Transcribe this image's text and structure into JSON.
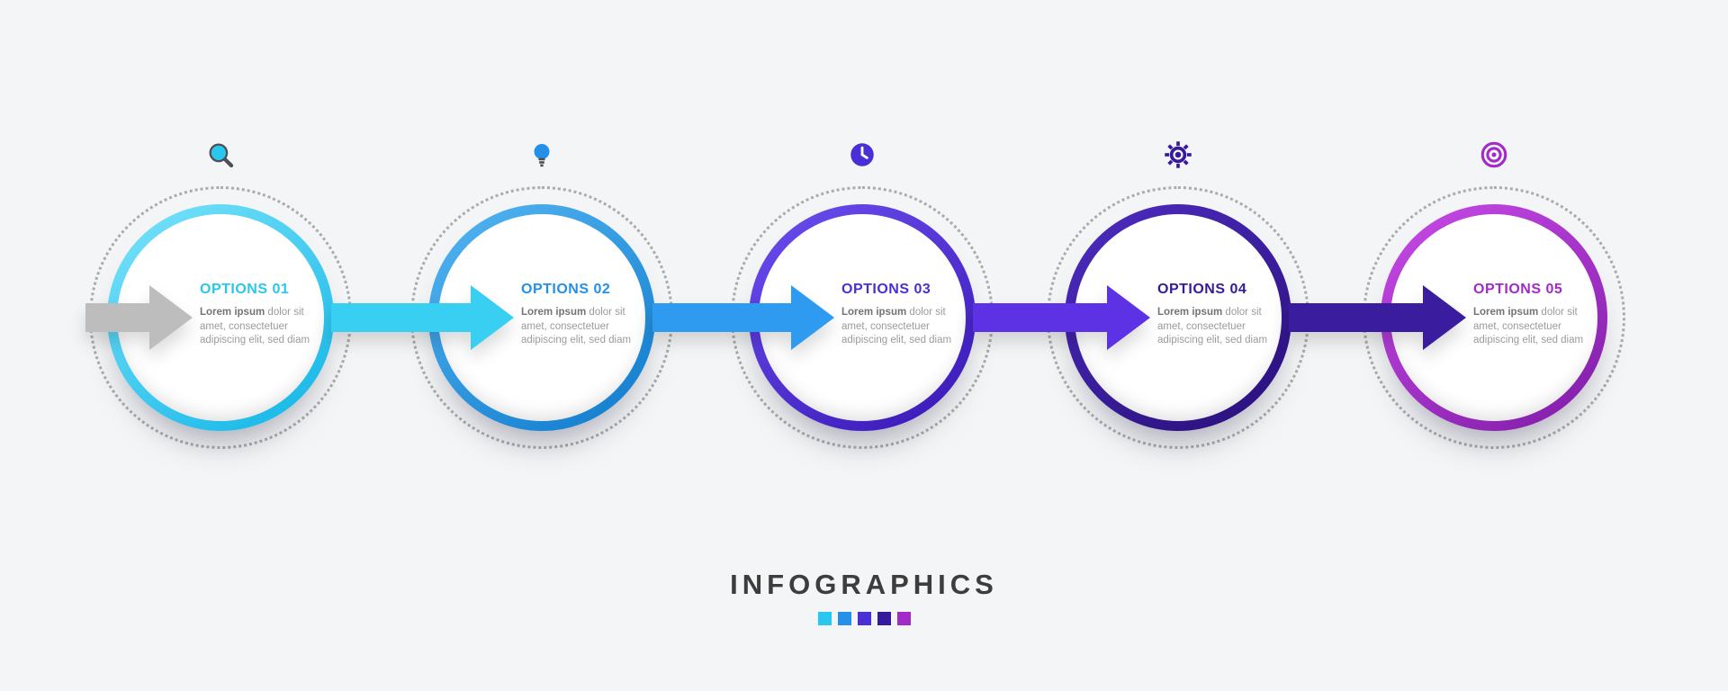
{
  "theme": {
    "background": "#f4f5f6",
    "title_color": "#3d3d3d",
    "dotted_ring_color": "#ababab",
    "body_text_color": "#9b9b9b",
    "body_lead_color": "#747474",
    "icon_accent": "#4e4e55"
  },
  "steps": [
    {
      "label": "OPTIONS 01",
      "body_lead": "Lorem ipsum",
      "body_rest": "dolor sit amet, consectetuer adipiscing elit, sed diam",
      "icon": "search-icon",
      "color": "#29c6f0",
      "ring_from": "#7ce4fb",
      "ring_to": "#0fb4e6",
      "arrow_color": "#bdbdbd"
    },
    {
      "label": "OPTIONS 02",
      "body_lead": "Lorem ipsum",
      "body_rest": "dolor sit amet, consectetuer adipiscing elit, sed diam",
      "icon": "lightbulb-icon",
      "color": "#2490e8",
      "ring_from": "#55b6f2",
      "ring_to": "#0e7acc",
      "arrow_color": "#39cff3"
    },
    {
      "label": "OPTIONS 03",
      "body_lead": "Lorem ipsum",
      "body_rest": "dolor sit amet, consectetuer adipiscing elit, sed diam",
      "icon": "clock-icon",
      "color": "#4b2fd6",
      "ring_from": "#6d4ff0",
      "ring_to": "#3716b4",
      "arrow_color": "#2f9bf0"
    },
    {
      "label": "OPTIONS 04",
      "body_lead": "Lorem ipsum",
      "body_rest": "dolor sit amet, consectetuer adipiscing elit, sed diam",
      "icon": "gear-icon",
      "color": "#371a9b",
      "ring_from": "#4e2dc2",
      "ring_to": "#270e78",
      "arrow_color": "#5d31e4"
    },
    {
      "label": "OPTIONS 05",
      "body_lead": "Lorem ipsum",
      "body_rest": "dolor sit amet, consectetuer adipiscing elit, sed diam",
      "icon": "target-icon",
      "color": "#a22bc8",
      "ring_from": "#c94be8",
      "ring_to": "#7e1ba6",
      "arrow_color": "#3a1c9e"
    }
  ],
  "footer": {
    "title": "INFOGRAPHICS",
    "squares": [
      "#29c6f0",
      "#2490e8",
      "#4b2fd6",
      "#371a9b",
      "#a22bc8"
    ]
  }
}
